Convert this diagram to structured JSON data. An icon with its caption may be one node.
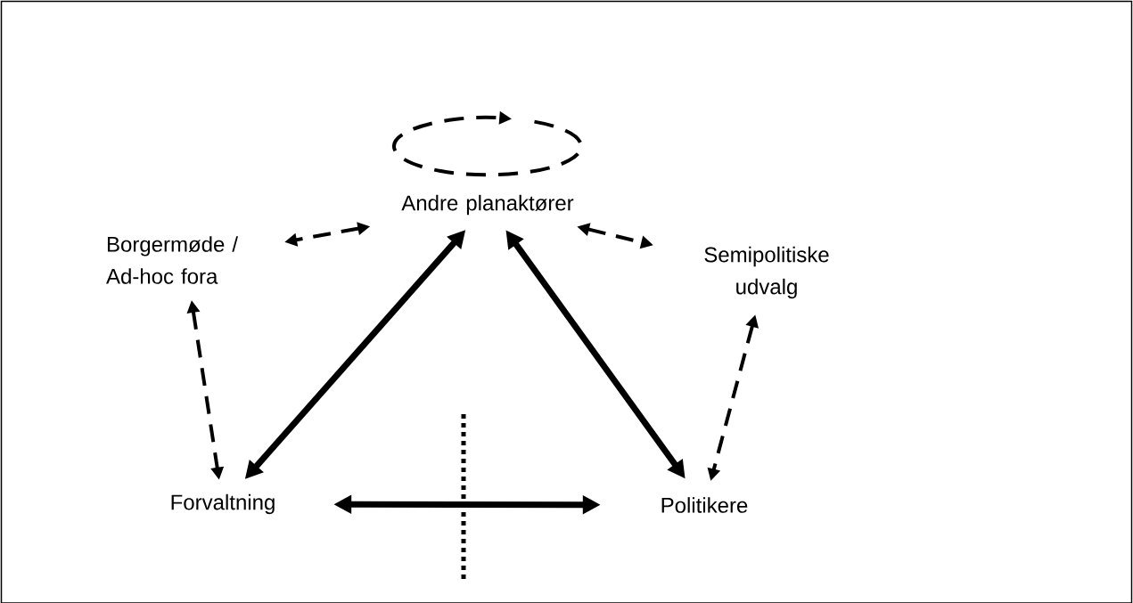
{
  "diagram": {
    "nodes": [
      {
        "text": [
          "Andre planaktører"
        ]
      },
      {
        "text": [
          "Borgermøde / Ad-hoc fora"
        ]
      },
      {
        "text": [
          "Semipolitiske udvalg"
        ]
      },
      {
        "text": [
          "Forvaltning"
        ]
      },
      {
        "text": [
          "Politikere"
        ]
      }
    ],
    "edges": [
      {
        "from": 0,
        "to": 0,
        "arrow": "to",
        "style": "dashed"
      },
      {
        "from": 0,
        "to": 1,
        "arrow": "both",
        "style": "dashed"
      },
      {
        "from": 0,
        "to": 2,
        "arrow": "both",
        "style": "dashed"
      },
      {
        "from": 0,
        "to": 3,
        "arrow": "both"
      },
      {
        "from": 0,
        "to": 4,
        "arrow": "both"
      },
      {
        "from": 1,
        "to": 3,
        "arrow": "both",
        "style": "dashed"
      },
      {
        "from": 2,
        "to": 4,
        "arrow": "both",
        "style": "dashed"
      },
      {
        "from": 3,
        "to": 4,
        "arrow": "both"
      }
    ]
  }
}
